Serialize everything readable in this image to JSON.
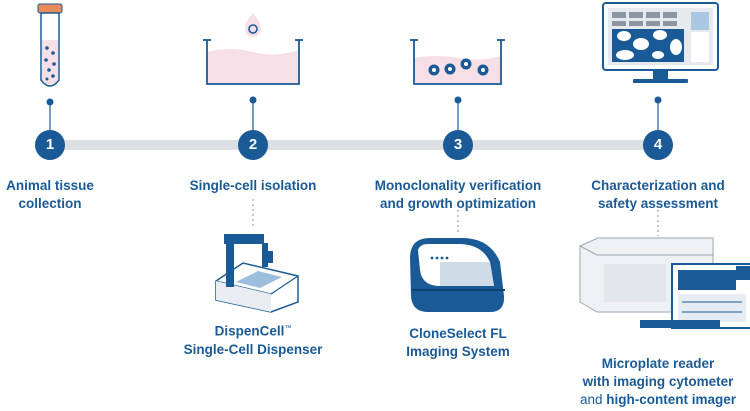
{
  "steps": [
    {
      "number": "1",
      "label_line1": "Animal tissue",
      "label_line2": "collection"
    },
    {
      "number": "2",
      "label_line1": "Single-cell isolation",
      "label_line2": ""
    },
    {
      "number": "3",
      "label_line1": "Monoclonality verification",
      "label_line2": "and growth optimization"
    },
    {
      "number": "4",
      "label_line1": "Characterization and",
      "label_line2": "safety assessment"
    }
  ],
  "instruments": {
    "dispencell": {
      "line1": "DispenCell",
      "trademark": "™",
      "line2": "Single-Cell Dispenser"
    },
    "cloneselect": {
      "line1": "CloneSelect FL",
      "line2": "Imaging System"
    },
    "reader": {
      "line1": "Microplate reader",
      "line2": "with imaging cytometer",
      "line3_regular": "and ",
      "line3_bold": "high-content imager"
    }
  },
  "colors": {
    "primary": "#1a5a96",
    "line": "#dcdfe3",
    "pink": "#f6dfe6"
  }
}
